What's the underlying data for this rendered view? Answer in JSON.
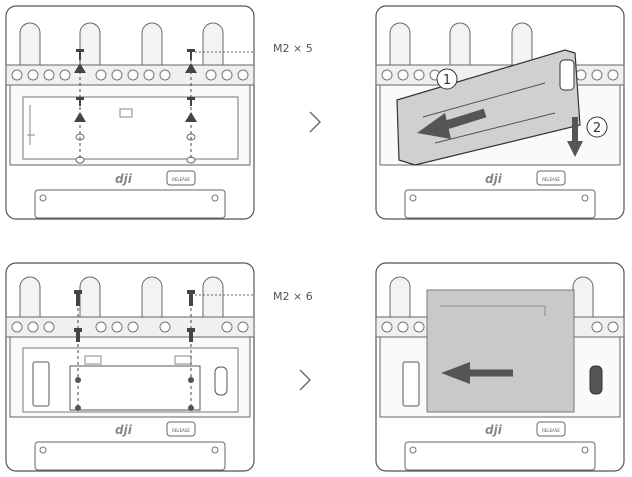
{
  "steps": [
    {
      "callout": "M2 × 5"
    },
    {
      "markers": [
        "1",
        "2"
      ]
    },
    {
      "callout": "M2 × 6"
    },
    {}
  ],
  "brand": "dji",
  "release_label": "RELEASE",
  "colors": {
    "line": "#555555",
    "fill": "#eeeeee",
    "panel_bg": "#ffffff",
    "arrow": "#555555",
    "plate": "#c9c9c9",
    "plate_dark": "#8c8c8c"
  }
}
